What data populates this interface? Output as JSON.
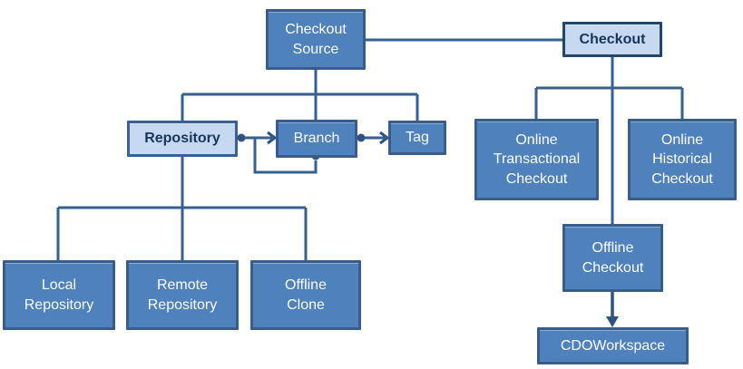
{
  "diagram": {
    "type": "hierarchy-diagram",
    "description": "Checkout source and checkout concept hierarchy",
    "nodes": {
      "checkout_source": {
        "label": "Checkout\nSource",
        "style": "solid"
      },
      "checkout": {
        "label": "Checkout",
        "style": "highlighted"
      },
      "repository": {
        "label": "Repository",
        "style": "highlighted"
      },
      "branch": {
        "label": "Branch",
        "style": "solid"
      },
      "tag": {
        "label": "Tag",
        "style": "solid"
      },
      "online_transactional_checkout": {
        "label": "Online\nTransactional\nCheckout",
        "style": "solid"
      },
      "online_historical_checkout": {
        "label": "Online\nHistorical\nCheckout",
        "style": "solid"
      },
      "offline_checkout": {
        "label": "Offline\nCheckout",
        "style": "solid"
      },
      "cdo_workspace": {
        "label": "CDOWorkspace",
        "style": "solid"
      },
      "local_repository": {
        "label": "Local\nRepository",
        "style": "solid"
      },
      "remote_repository": {
        "label": "Remote\nRepository",
        "style": "solid"
      },
      "offline_clone": {
        "label": "Offline\nClone",
        "style": "solid"
      }
    },
    "edges": [
      {
        "from": "checkout_source",
        "to": "checkout",
        "type": "plain-line"
      },
      {
        "from": "checkout_source",
        "to": "repository",
        "type": "tree-branch"
      },
      {
        "from": "checkout_source",
        "to": "branch",
        "type": "tree-branch"
      },
      {
        "from": "checkout_source",
        "to": "tag",
        "type": "tree-branch"
      },
      {
        "from": "repository",
        "to": "branch",
        "type": "dot-to-arrow"
      },
      {
        "from": "branch",
        "to": "branch",
        "type": "dot-to-arrow-self-loop"
      },
      {
        "from": "branch",
        "to": "tag",
        "type": "dot-to-arrow"
      },
      {
        "from": "repository",
        "to": "local_repository",
        "type": "tree-branch"
      },
      {
        "from": "repository",
        "to": "remote_repository",
        "type": "tree-branch"
      },
      {
        "from": "repository",
        "to": "offline_clone",
        "type": "tree-branch"
      },
      {
        "from": "checkout",
        "to": "online_transactional_checkout",
        "type": "tree-branch"
      },
      {
        "from": "checkout",
        "to": "online_historical_checkout",
        "type": "tree-branch"
      },
      {
        "from": "checkout",
        "to": "offline_checkout",
        "type": "tree-branch"
      },
      {
        "from": "offline_checkout",
        "to": "cdo_workspace",
        "type": "solid-arrow"
      }
    ],
    "colors": {
      "node_fill": "#4f81bd",
      "node_border": "#385d8a",
      "node_text": "#ffffff",
      "light_fill": "#c6d9f1",
      "light_border_checkout": "#24466b",
      "light_border_repository": "#3a6191",
      "light_text": "#17365d",
      "connector": "#376092",
      "background": "#ffffff"
    }
  }
}
